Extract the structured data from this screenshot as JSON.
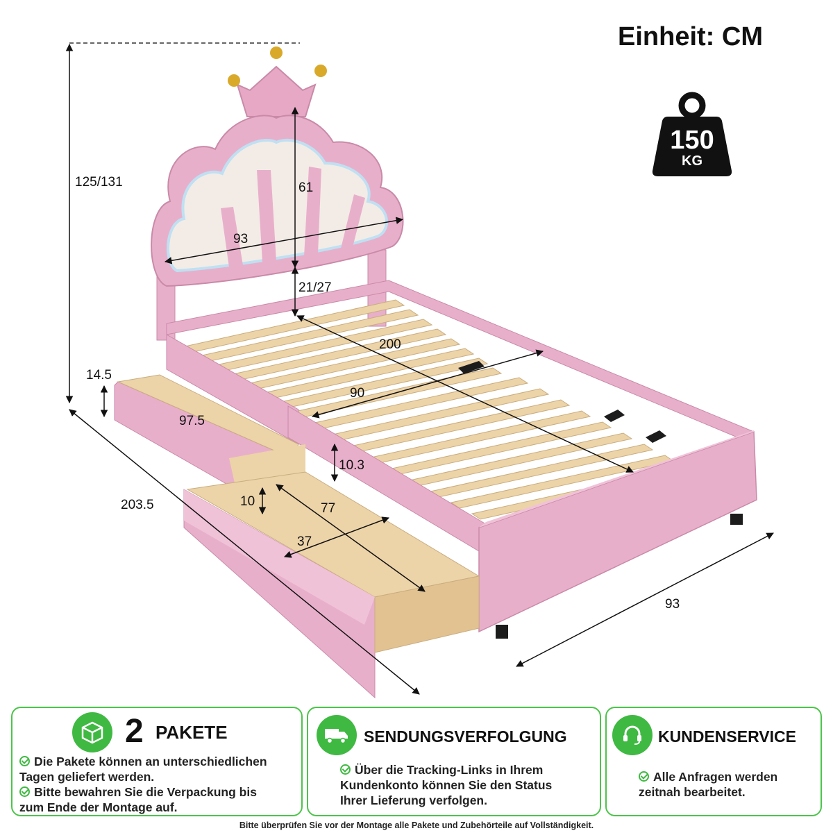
{
  "unit_label": "Einheit: CM",
  "weight": {
    "value": "150",
    "unit": "KG"
  },
  "dimensions": {
    "total_height": "125/131",
    "headboard_height": "61",
    "headboard_width": "93",
    "clearance": "21/27",
    "length": "200",
    "inner_width": "90",
    "drawer_height": "14.5",
    "drawer_length": "97.5",
    "drawer_depth": "10.3",
    "total_length": "203.5",
    "drawer_inner_height": "10",
    "drawer_inner_length": "77",
    "drawer_inner_width": "37",
    "total_width": "93"
  },
  "panels": {
    "packages": {
      "number": "2",
      "title": "PAKETE",
      "icon": "package-icon",
      "items": [
        "Die Pakete können an unterschiedlichen Tagen geliefert werden.",
        "Bitte bewahren Sie die Verpackung bis zum Ende der Montage auf."
      ]
    },
    "tracking": {
      "title": "SENDUNGSVERFOLGUNG",
      "icon": "delivery-truck-icon",
      "items": [
        "Über die Tracking-Links in Ihrem Kundenkonto können Sie den Status Ihrer Lieferung verfolgen."
      ]
    },
    "service": {
      "title": "KUNDENSERVICE",
      "icon": "headset-icon",
      "items": [
        "Alle Anfragen werden zeitnah bearbeitet."
      ]
    }
  },
  "footer": "Bitte überprüfen Sie vor der Montage alle Pakete und Zubehörteile auf Vollständigkeit.",
  "colors": {
    "accent_green": "#3fb942",
    "bed_pink": "#e8afcb",
    "wood": "#ecd3a8"
  }
}
